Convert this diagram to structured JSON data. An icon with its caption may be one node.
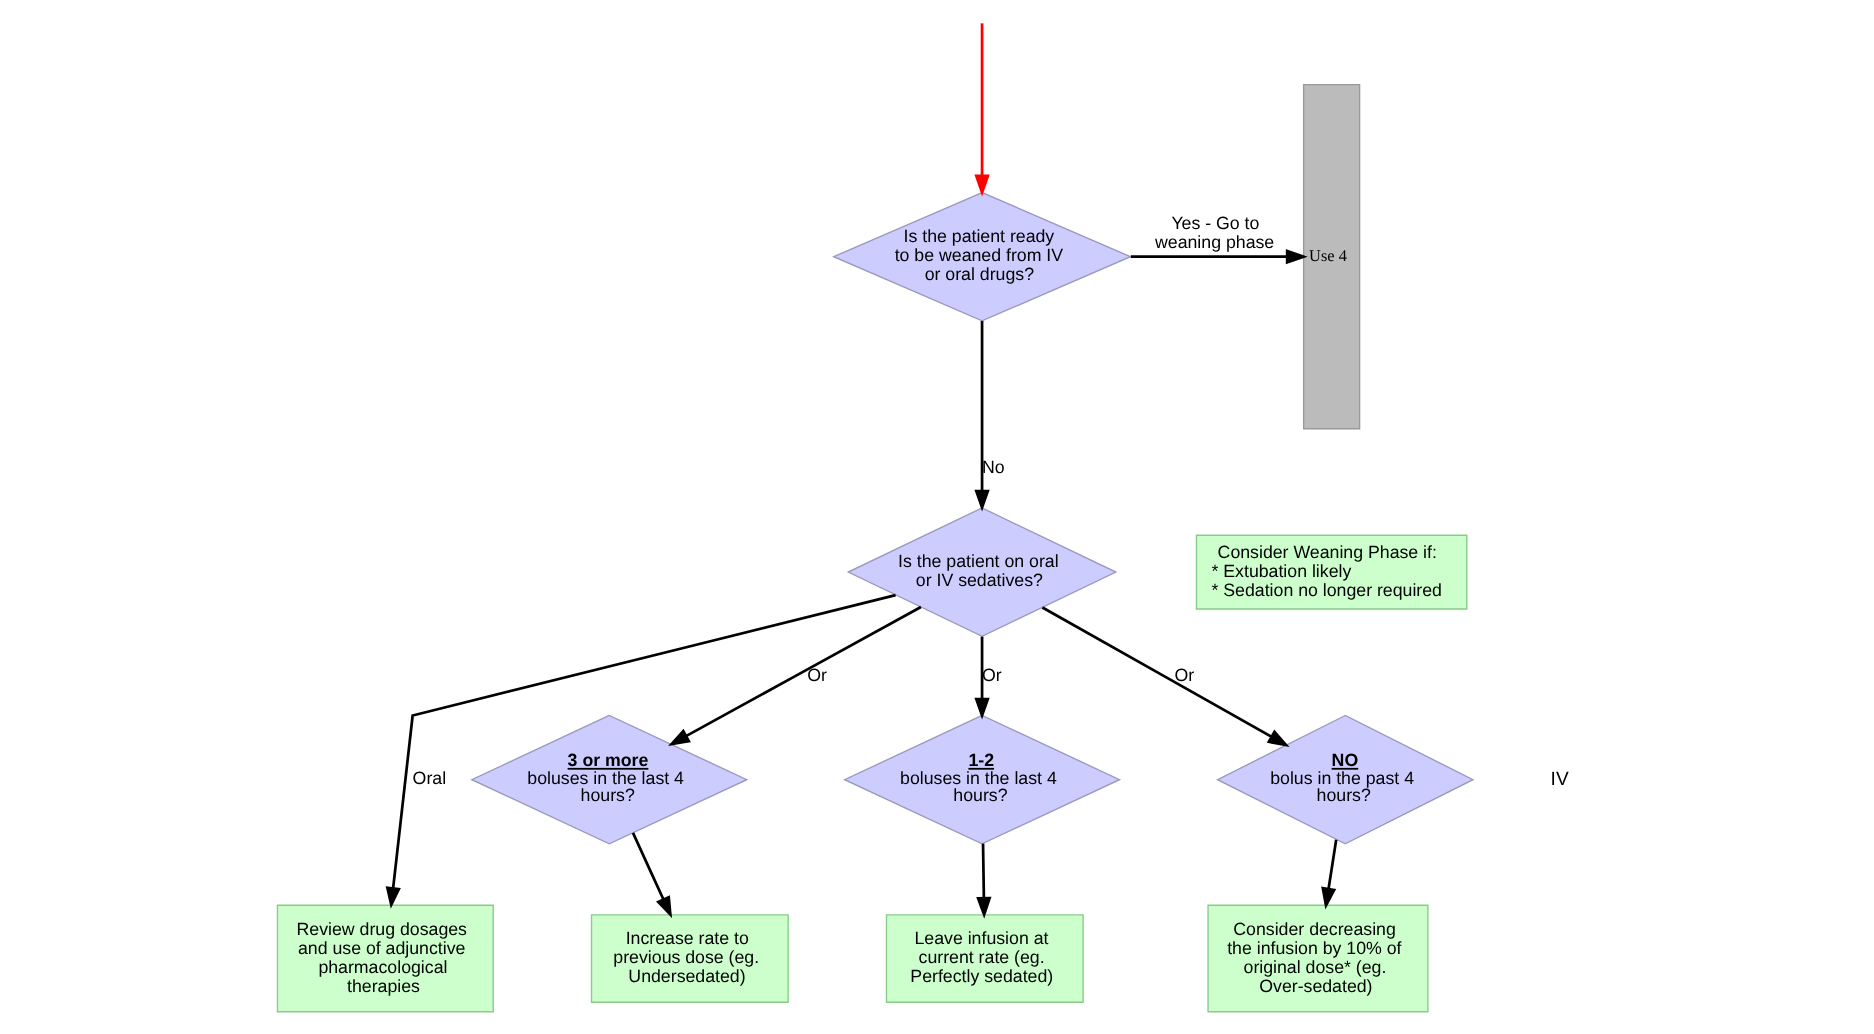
{
  "diagram": {
    "nodes": [
      {
        "text": [
          "Is the patient ready to be weaned from IV or oral drugs?"
        ]
      },
      {
        "text": [
          "Consider Weaning Phase if:",
          "* Extubation likely",
          "* Sedation no longer required"
        ]
      },
      {
        "text": [
          "Is the patient on oral or IV sedatives?"
        ]
      },
      {
        "text": [
          "3 or more",
          "boluses in the last 4 hours?"
        ]
      },
      {
        "text": [
          "1-2",
          "boluses in the last 4 hours?"
        ]
      },
      {
        "text": [
          "NO",
          "bolus in the past 4 hours?"
        ]
      },
      {
        "text": [
          "Review drug dosages and use of adjunctive pharmacological therapies"
        ]
      },
      {
        "text": [
          "Increase rate to previous dose (eg. Undersedated)"
        ]
      },
      {
        "text": [
          "Leave infusion at current rate (eg. Perfectly sedated)"
        ]
      },
      {
        "text": [
          "Consider decreasing the infusion by 10% of original dose* (eg. Over-sedated)"
        ]
      },
      {
        "text": [
          "Use 4"
        ]
      }
    ],
    "edges": [
      {
        "from": null,
        "to": 0,
        "arrow": "to",
        "color": "#ff0000"
      },
      {
        "from": 0,
        "to": 10,
        "arrow": "to",
        "label": "Yes - Go to weaning phase"
      },
      {
        "from": 0,
        "to": 2,
        "arrow": "to",
        "label": "No"
      },
      {
        "from": 2,
        "to": 6,
        "arrow": "to",
        "label": "Oral"
      },
      {
        "from": 2,
        "to": 3,
        "arrow": "to",
        "label": "Or"
      },
      {
        "from": 2,
        "to": 4,
        "arrow": "to",
        "label": "Or"
      },
      {
        "from": 2,
        "to": 5,
        "arrow": "to",
        "label": "Or"
      },
      {
        "from": 3,
        "to": 7,
        "arrow": "to"
      },
      {
        "from": 4,
        "to": 8,
        "arrow": "to"
      },
      {
        "from": 5,
        "to": 9,
        "arrow": "to"
      }
    ],
    "labels": [
      "IV"
    ]
  }
}
